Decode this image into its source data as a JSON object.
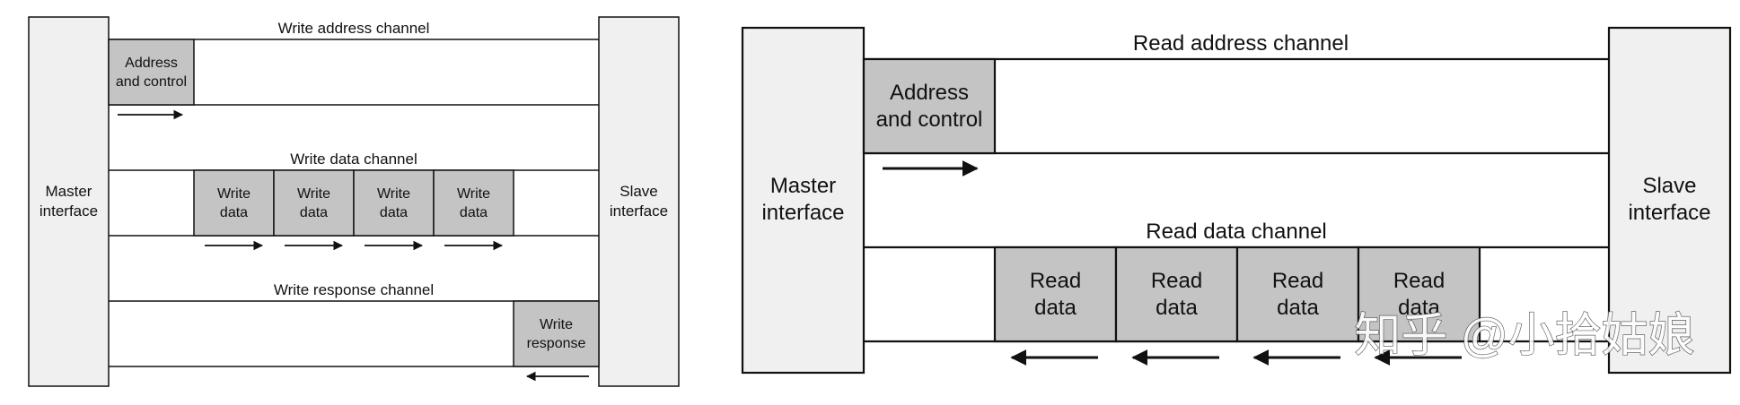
{
  "left_diagram": {
    "master_label": [
      "Master",
      "interface"
    ],
    "slave_label": [
      "Slave",
      "interface"
    ],
    "write_address_channel": {
      "title": "Write address channel",
      "cell": [
        "Address",
        "and control"
      ]
    },
    "write_data_channel": {
      "title": "Write data channel",
      "cells": [
        [
          "Write",
          "data"
        ],
        [
          "Write",
          "data"
        ],
        [
          "Write",
          "data"
        ],
        [
          "Write",
          "data"
        ]
      ]
    },
    "write_response_channel": {
      "title": "Write response channel",
      "cell": [
        "Write",
        "response"
      ]
    }
  },
  "right_diagram": {
    "master_label": [
      "Master",
      "interface"
    ],
    "slave_label": [
      "Slave",
      "interface"
    ],
    "read_address_channel": {
      "title": "Read address channel",
      "cell": [
        "Address",
        "and control"
      ]
    },
    "read_data_channel": {
      "title": "Read data channel",
      "cells": [
        [
          "Read",
          "data"
        ],
        [
          "Read",
          "data"
        ],
        [
          "Read",
          "data"
        ],
        [
          "Read",
          "data"
        ]
      ]
    }
  },
  "watermark": "知乎 @小拾姑娘"
}
